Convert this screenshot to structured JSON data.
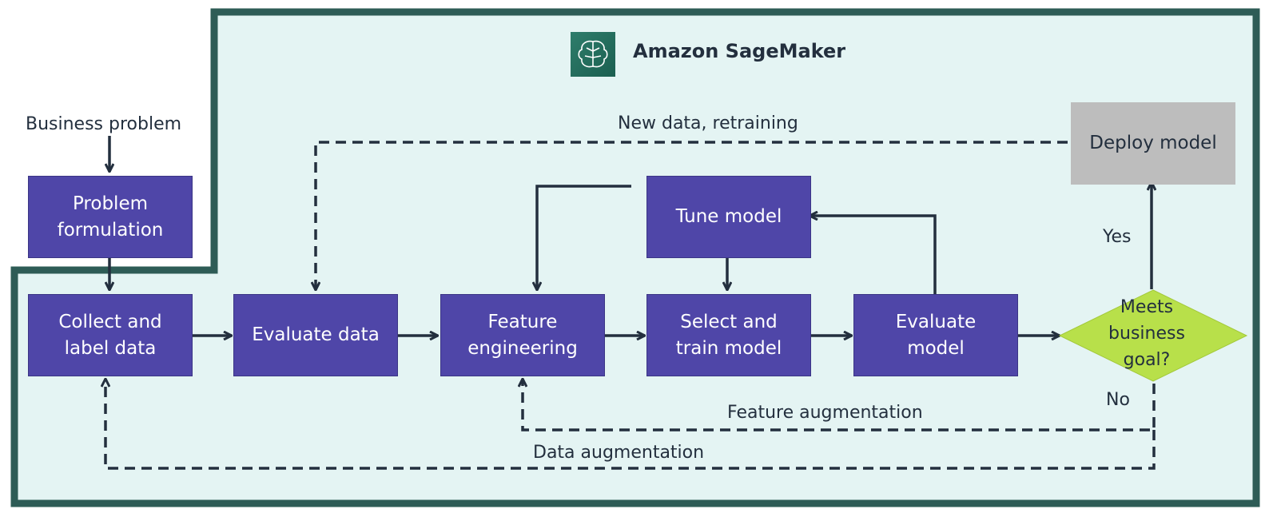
{
  "header": {
    "title": "Amazon SageMaker"
  },
  "labels": {
    "business_problem": "Business problem",
    "new_data": "New data, retraining",
    "yes": "Yes",
    "no": "No",
    "feature_augmentation": "Feature augmentation",
    "data_augmentation": "Data augmentation"
  },
  "boxes": {
    "problem_formulation": "Problem\nformulation",
    "collect_label": "Collect and\nlabel data",
    "evaluate_data": "Evaluate data",
    "feature_engineering": "Feature\nengineering",
    "tune_model": "Tune model",
    "select_train": "Select and\ntrain model",
    "evaluate_model": "Evaluate\nmodel",
    "deploy_model": "Deploy model",
    "decision": "Meets\nbusiness\ngoal?"
  },
  "colors": {
    "frame": "#2e5c56",
    "frame_fill": "#e4f4f3",
    "box": "#4f46a8",
    "deploy": "#bdbdbd",
    "decision": "#b8e04a",
    "line": "#232f3e"
  }
}
